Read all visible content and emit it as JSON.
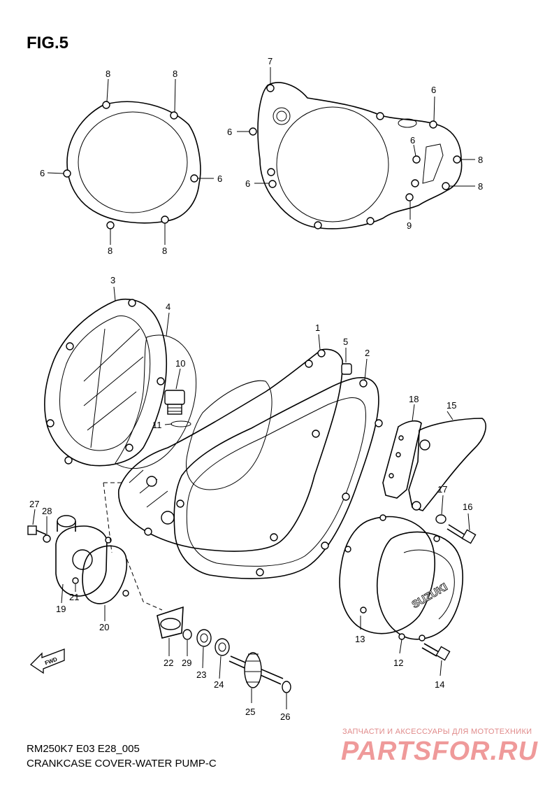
{
  "figure_title": "FIG.5",
  "diagram_code": "RM250K7 E03 E28_005",
  "diagram_caption": "CRANKCASE COVER-WATER PUMP-C",
  "watermark": {
    "tagline": "ЗАПЧАСТИ И АКСЕССУАРЫ ДЛЯ МОТОТЕХНИКИ",
    "brand": "PARTSFOR.RU"
  },
  "fwd_label": "FWD",
  "cover_brand": "SUZUKI",
  "callouts": {
    "c8a": "8",
    "c8b": "8",
    "c6a": "6",
    "c6b": "6",
    "c8c": "8",
    "c8d": "8",
    "c7": "7",
    "c6c": "6",
    "c6d": "6",
    "c6e": "6",
    "c6f": "6",
    "c8e": "8",
    "c8f": "8",
    "c9": "9",
    "c3": "3",
    "c4": "4",
    "c10": "10",
    "c11": "11",
    "c1": "1",
    "c5": "5",
    "c2": "2",
    "c18": "18",
    "c15": "15",
    "c17": "17",
    "c16": "16",
    "c27": "27",
    "c28": "28",
    "c21": "21",
    "c19": "19",
    "c20": "20",
    "c13": "13",
    "c12": "12",
    "c14": "14",
    "c22": "22",
    "c29": "29",
    "c23": "23",
    "c24": "24",
    "c25": "25",
    "c26": "26"
  }
}
